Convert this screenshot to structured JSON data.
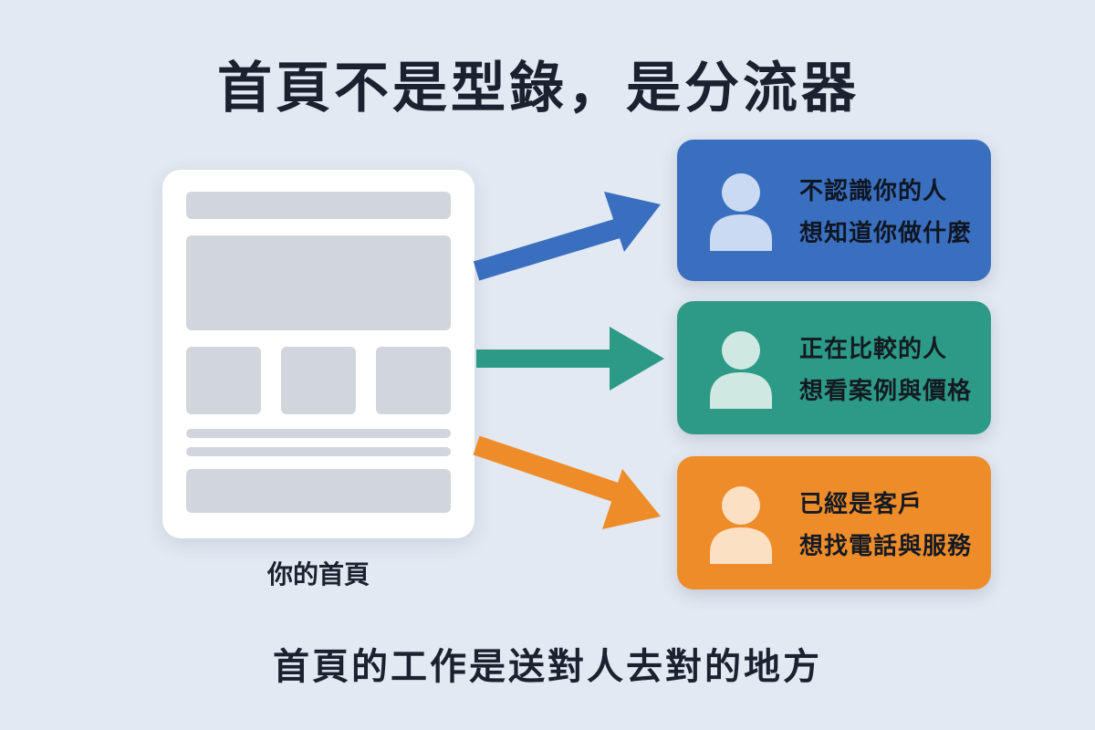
{
  "title": "首頁不是型錄，是分流器",
  "homepage_label": "你的首頁",
  "footer": "首頁的工作是送對人去對的地方",
  "segments": [
    {
      "line1": "不認識你的人",
      "line2": "想知道你做什麼",
      "color": "#3a6fbf",
      "avatar_color": "#c9daf2",
      "arrow_color": "#3a6fbf"
    },
    {
      "line1": "正在比較的人",
      "line2": "想看案例與價格",
      "color": "#2d9a87",
      "avatar_color": "#cfe8e1",
      "arrow_color": "#2d9a87"
    },
    {
      "line1": "已經是客戶",
      "line2": "想找電話與服務",
      "color": "#ef8c2a",
      "avatar_color": "#fbe0c4",
      "arrow_color": "#ef8c2a"
    }
  ]
}
